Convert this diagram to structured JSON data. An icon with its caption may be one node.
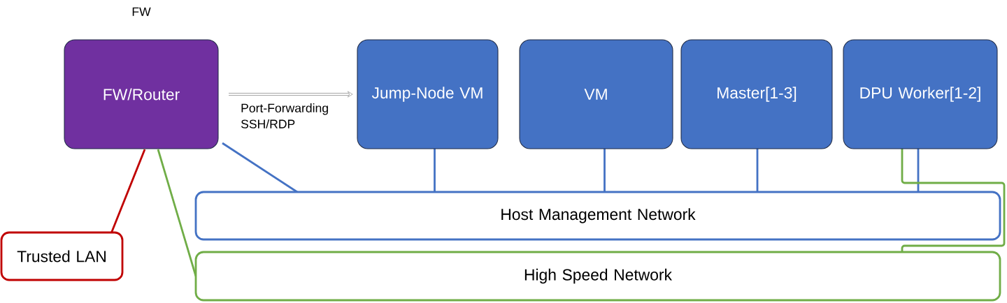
{
  "diagram": {
    "nodes": [
      {
        "text": [
          "FW/Router"
        ],
        "beside": [
          "FW"
        ]
      },
      {
        "text": [
          "Jump-Node VM"
        ]
      },
      {
        "text": [
          "VM"
        ]
      },
      {
        "text": [
          "Master[1-3]"
        ]
      },
      {
        "text": [
          "DPU Worker[1-2]"
        ]
      },
      {
        "text": [
          "Trusted LAN"
        ]
      },
      {
        "text": [
          "Host Management Network"
        ]
      },
      {
        "text": [
          "High Speed Network"
        ]
      }
    ],
    "edges": [
      {
        "from": 0,
        "to": 1,
        "arrow": "to",
        "label": "Port-Forwarding SSH/RDP",
        "color": "#a6a6a6"
      },
      {
        "from": 0,
        "to": 6,
        "arrow": "none"
      },
      {
        "from": 0,
        "to": 5,
        "arrow": "none",
        "color": "#c00000"
      },
      {
        "from": 0,
        "to": 7,
        "arrow": "none",
        "color": "#70ad47"
      },
      {
        "from": 1,
        "to": 6,
        "arrow": "none"
      },
      {
        "from": 2,
        "to": 6,
        "arrow": "none"
      },
      {
        "from": 3,
        "to": 6,
        "arrow": "none"
      },
      {
        "from": 4,
        "to": 6,
        "arrow": "none"
      },
      {
        "from": 4,
        "to": 7,
        "arrow": "none",
        "color": "#70ad47"
      }
    ]
  }
}
